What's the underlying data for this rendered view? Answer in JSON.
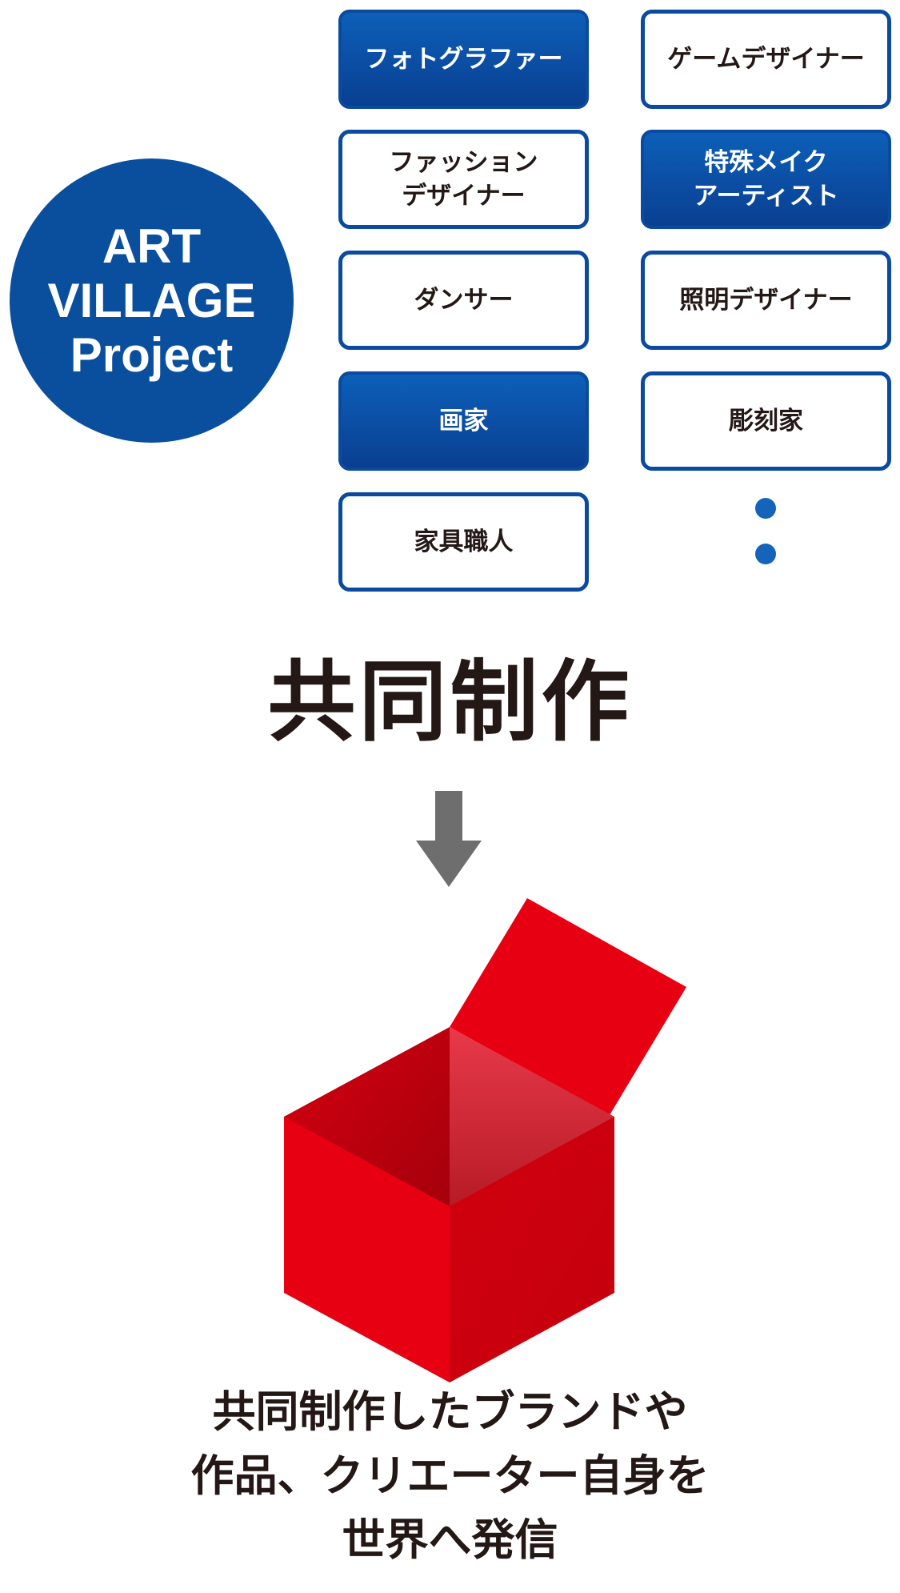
{
  "logo": {
    "line1": "ART",
    "line2": "VILLAGE",
    "line3": "Project",
    "color": "#0a4f9e"
  },
  "roles": [
    {
      "label": "フォトグラファー",
      "style": "blue"
    },
    {
      "label": "ゲームデザイナー",
      "style": "white"
    },
    {
      "label": "ファッション\nデザイナー",
      "style": "white"
    },
    {
      "label": "特殊メイク\nアーティスト",
      "style": "blue"
    },
    {
      "label": "ダンサー",
      "style": "white"
    },
    {
      "label": "照明デザイナー",
      "style": "white"
    },
    {
      "label": "画家",
      "style": "blue"
    },
    {
      "label": "彫刻家",
      "style": "white"
    },
    {
      "label": "家具職人",
      "style": "white"
    }
  ],
  "heading": "共同制作",
  "caption": {
    "line1": "共同制作したブランドや",
    "line2": "作品、クリエーター自身を",
    "line3": "世界へ発信"
  },
  "colors": {
    "blue": "#0a4a9f",
    "red": "#e60012",
    "arrow": "#6e6e6e",
    "text": "#231815"
  }
}
